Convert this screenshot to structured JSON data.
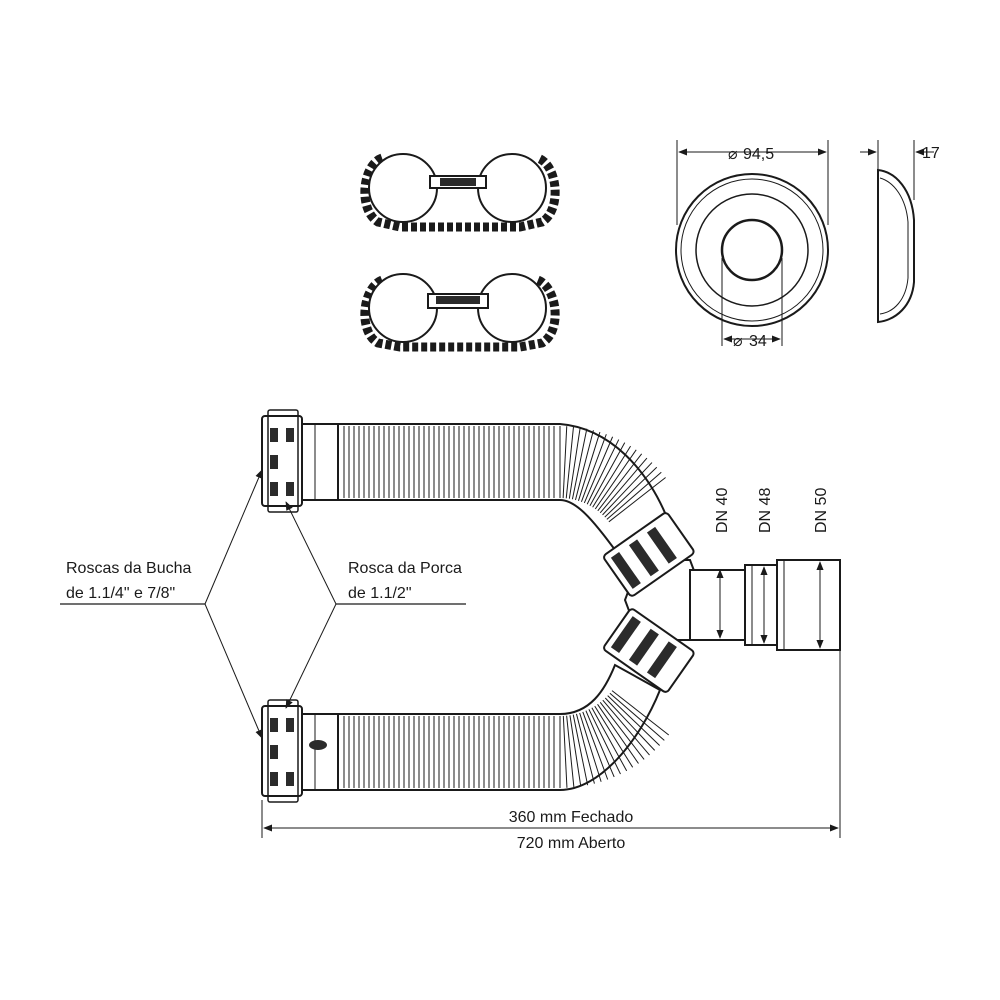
{
  "dimensions": {
    "outer_diameter": "94,5",
    "inner_diameter": "34",
    "depth": "17",
    "dn_small": "DN 40",
    "dn_mid": "DN 48",
    "dn_large": "DN 50",
    "length_closed": "360 mm Fechado",
    "length_open": "720 mm Aberto"
  },
  "callouts": {
    "bushing_line1": "Roscas da Bucha",
    "bushing_line2": "de 1.1/4\" e 7/8\"",
    "nut_line1": "Rosca da Porca",
    "nut_line2": "de 1.1/2\""
  },
  "symbols": {
    "diameter": "⌀"
  },
  "colors": {
    "line": "#1a1a1a",
    "fill_dark": "#2b2b2b",
    "fill_light": "#f4f4f4"
  }
}
